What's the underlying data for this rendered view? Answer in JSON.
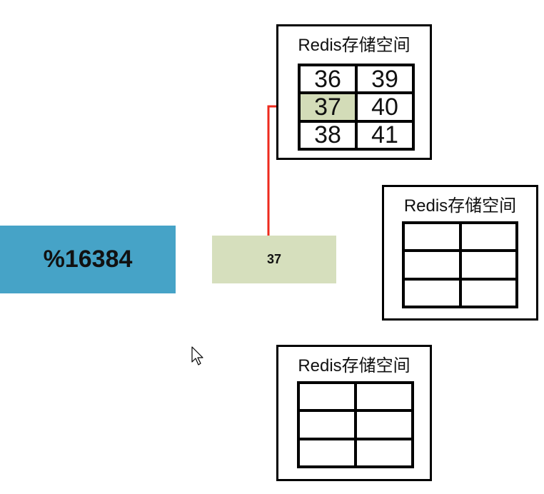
{
  "modulo_label": "%16384",
  "slot_value": "37",
  "storages": [
    {
      "title": "Redis存储空间",
      "cells": [
        "36",
        "39",
        "37",
        "40",
        "38",
        "41"
      ],
      "highlighted_cell": "37"
    },
    {
      "title": "Redis存储空间",
      "cells": [
        "",
        "",
        "",
        "",
        "",
        ""
      ]
    },
    {
      "title": "Redis存储空间",
      "cells": [
        "",
        "",
        "",
        "",
        "",
        ""
      ]
    }
  ],
  "colors": {
    "modulo_box": "#46a3c7",
    "slot_box": "#d6dfbd",
    "highlight_cell": "#d3dcb8",
    "arrow": "#ee2a1c"
  }
}
